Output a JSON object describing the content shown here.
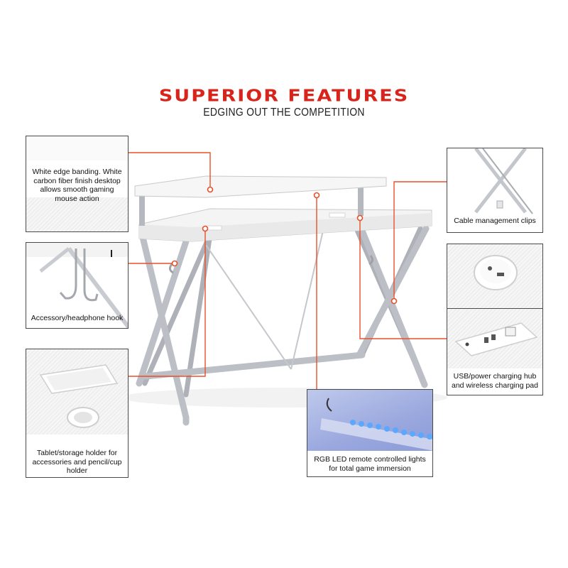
{
  "header": {
    "title": "SUPERIOR FEATURES",
    "subtitle": "EDGING OUT THE COMPETITION"
  },
  "callouts": {
    "edge_banding": "White edge banding. White carbon fiber finish desktop allows smooth gaming mouse action",
    "headphone_hook": "Accessory/headphone hook",
    "storage_holder": "Tablet/storage holder for accessories and pencil/cup holder",
    "cable_clips": "Cable management clips",
    "charging_hub": "USB/power charging hub and wireless charging pad",
    "led_lights": "RGB LED remote controlled lights for total game immersion"
  },
  "colors": {
    "accent_red": "#d9241b",
    "leader_orange": "#e8502a",
    "frame_silver": "#b8bcc2",
    "led_blue": "#5aa8ff"
  }
}
